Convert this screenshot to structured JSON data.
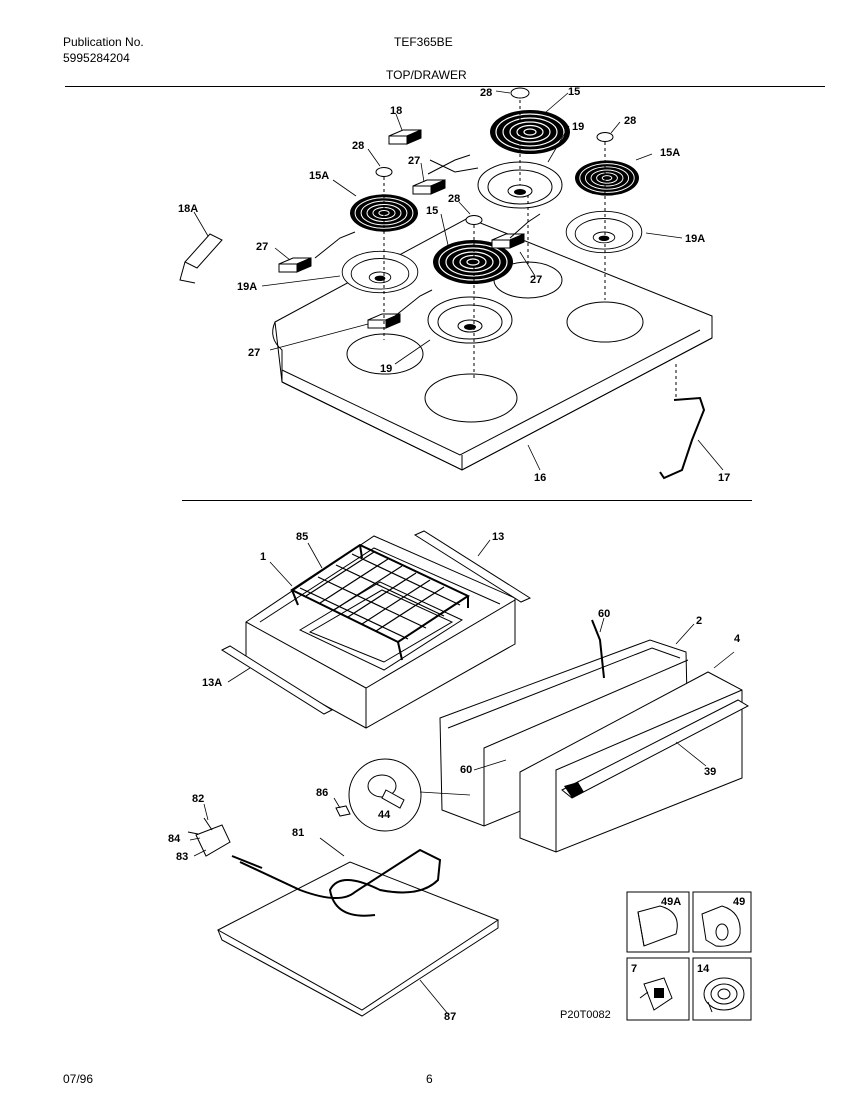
{
  "header": {
    "publication_label": "Publication No.",
    "publication_number": "5995284204",
    "model": "TEF365BE",
    "section_title": "TOP/DRAWER"
  },
  "callouts": {
    "c28a": "28",
    "c15a": "15",
    "c18": "18",
    "c19a": "19",
    "c28b": "28",
    "c28c": "28",
    "c27a": "27",
    "c15Aa": "15A",
    "c15Ab": "15A",
    "c18A": "18A",
    "c28d": "28",
    "c15b": "15",
    "c27b": "27",
    "c19Aa": "19A",
    "c27c": "27",
    "c19Ab": "19A",
    "c27d": "27",
    "c19b": "19",
    "c16": "16",
    "c17": "17",
    "c85": "85",
    "c1": "1",
    "c13": "13",
    "c13A": "13A",
    "c60a": "60",
    "c2": "2",
    "c4": "4",
    "c60b": "60",
    "c39": "39",
    "c86": "86",
    "c44": "44",
    "c82": "82",
    "c84": "84",
    "c83": "83",
    "c81": "81",
    "c87": "87"
  },
  "inset_parts": [
    {
      "label": "49A",
      "icon": "knob-flat-icon"
    },
    {
      "label": "49",
      "icon": "knob-round-icon"
    },
    {
      "label": "7",
      "icon": "switch-icon"
    },
    {
      "label": "14",
      "icon": "bezel-icon"
    }
  ],
  "figure_code": "P20T0082",
  "footer": {
    "date": "07/96",
    "page": "6"
  }
}
